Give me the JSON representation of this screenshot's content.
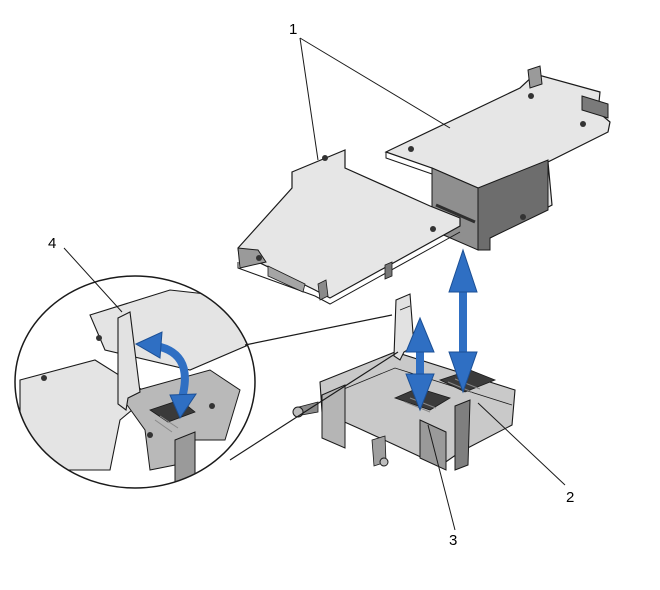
{
  "diagram": {
    "callouts": [
      {
        "id": "1",
        "text": "1"
      },
      {
        "id": "2",
        "text": "2"
      },
      {
        "id": "3",
        "text": "3"
      },
      {
        "id": "4",
        "text": "4"
      }
    ],
    "colors": {
      "board": "#e4e4e4",
      "board_edge": "#1a1a1a",
      "arrow": "#2f6fc3",
      "dark_part": "#555555",
      "mid_part": "#8a8a8a",
      "light_part": "#c8c8c8"
    }
  }
}
